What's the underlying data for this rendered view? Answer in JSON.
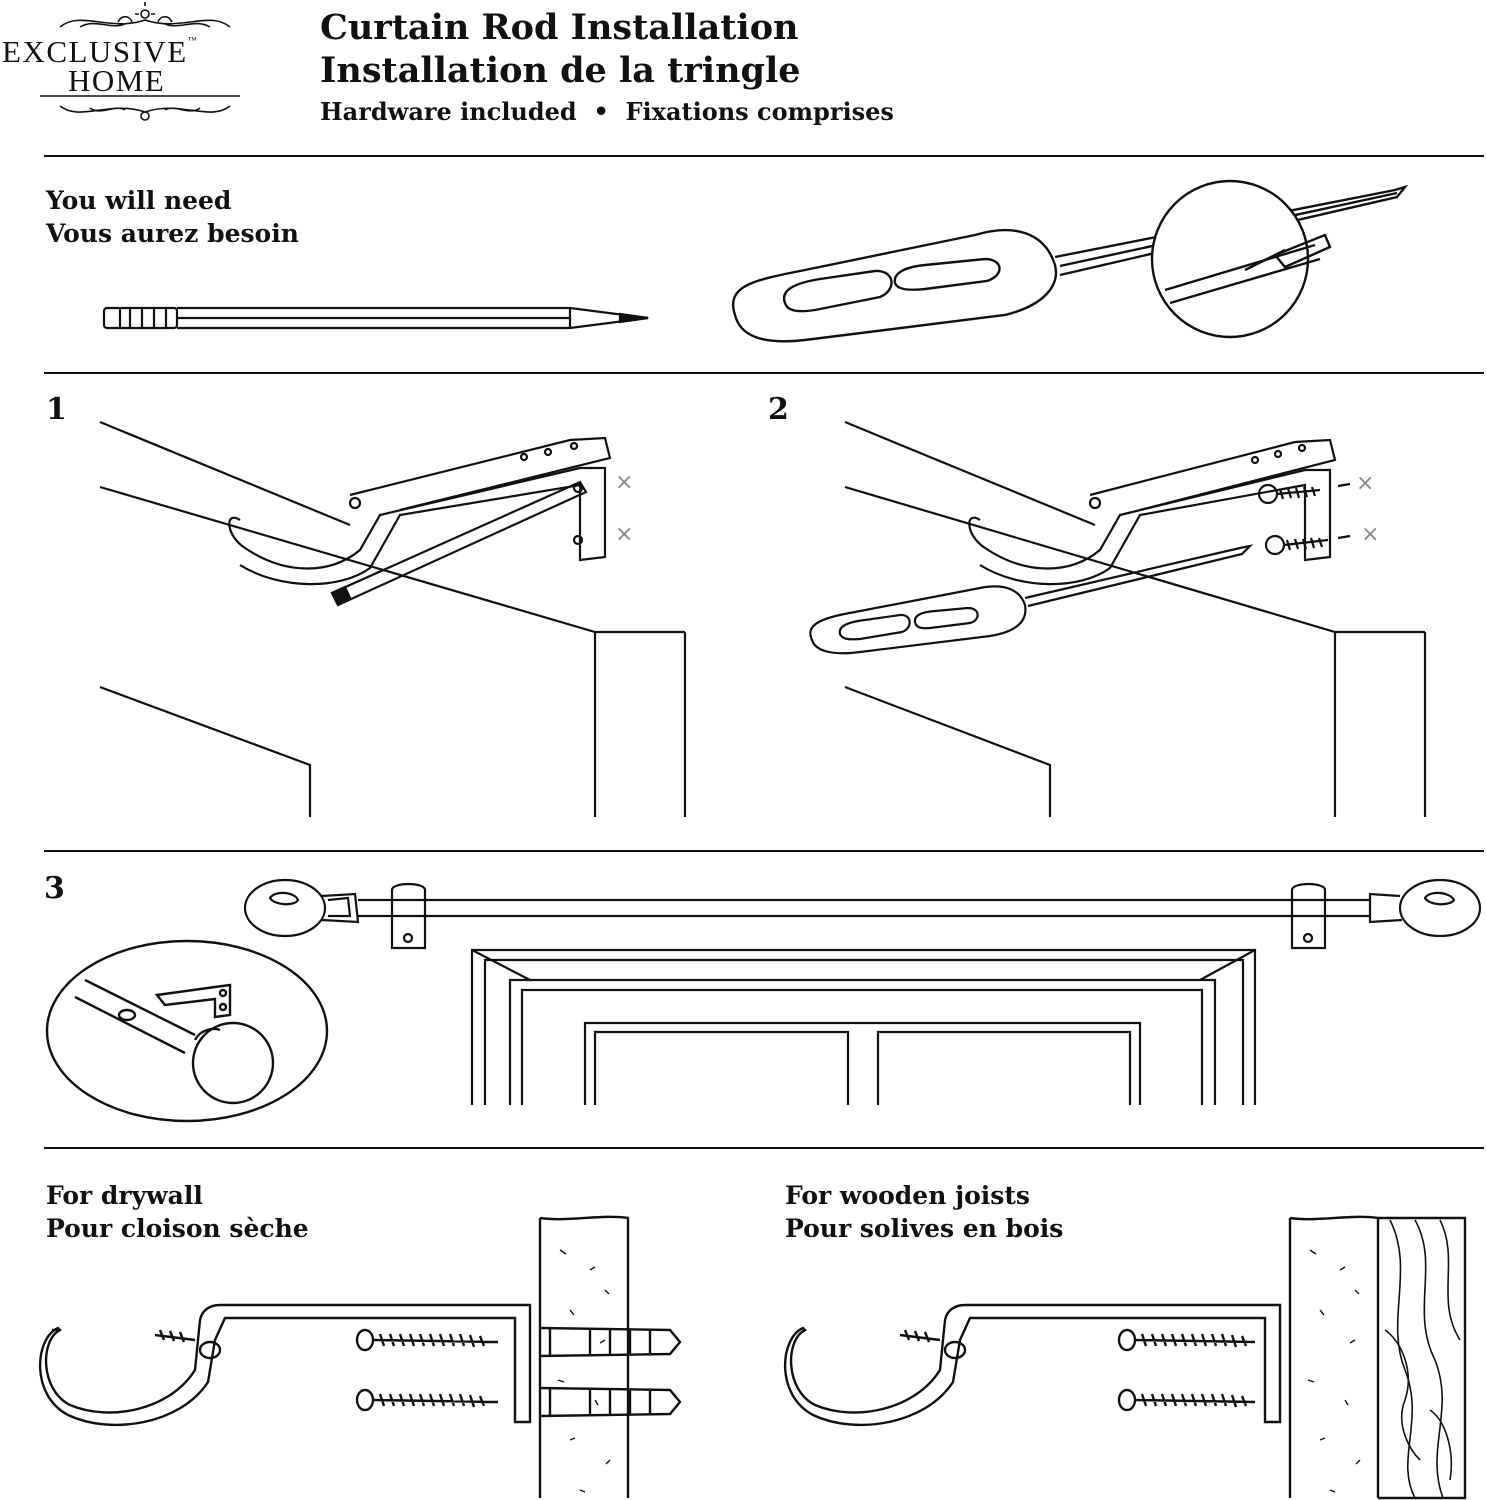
{
  "brand": {
    "line1": "EXCLUSIVE",
    "tm": "™",
    "line2": "HOME"
  },
  "header": {
    "title_en": "Curtain Rod Installation",
    "title_fr": "Installation de la tringle",
    "subtitle_en": "Hardware included",
    "bullet": "•",
    "subtitle_fr": "Fixations comprises"
  },
  "tools": {
    "heading_en": "You will need",
    "heading_fr": "Vous aurez besoin",
    "items": [
      "pencil-icon",
      "screwdriver-icon"
    ]
  },
  "steps": [
    {
      "number": "1",
      "marks": [
        "×",
        "×"
      ]
    },
    {
      "number": "2",
      "marks": [
        "×",
        "×"
      ]
    },
    {
      "number": "3"
    }
  ],
  "mounting": {
    "drywall": {
      "label_en": "For drywall",
      "label_fr": "Pour cloison sèche"
    },
    "wood": {
      "label_en": "For wooden joists",
      "label_fr": "Pour solives en bois"
    }
  },
  "colors": {
    "ink": "#111111",
    "paper": "#ffffff",
    "mark_gray": "#888888"
  }
}
